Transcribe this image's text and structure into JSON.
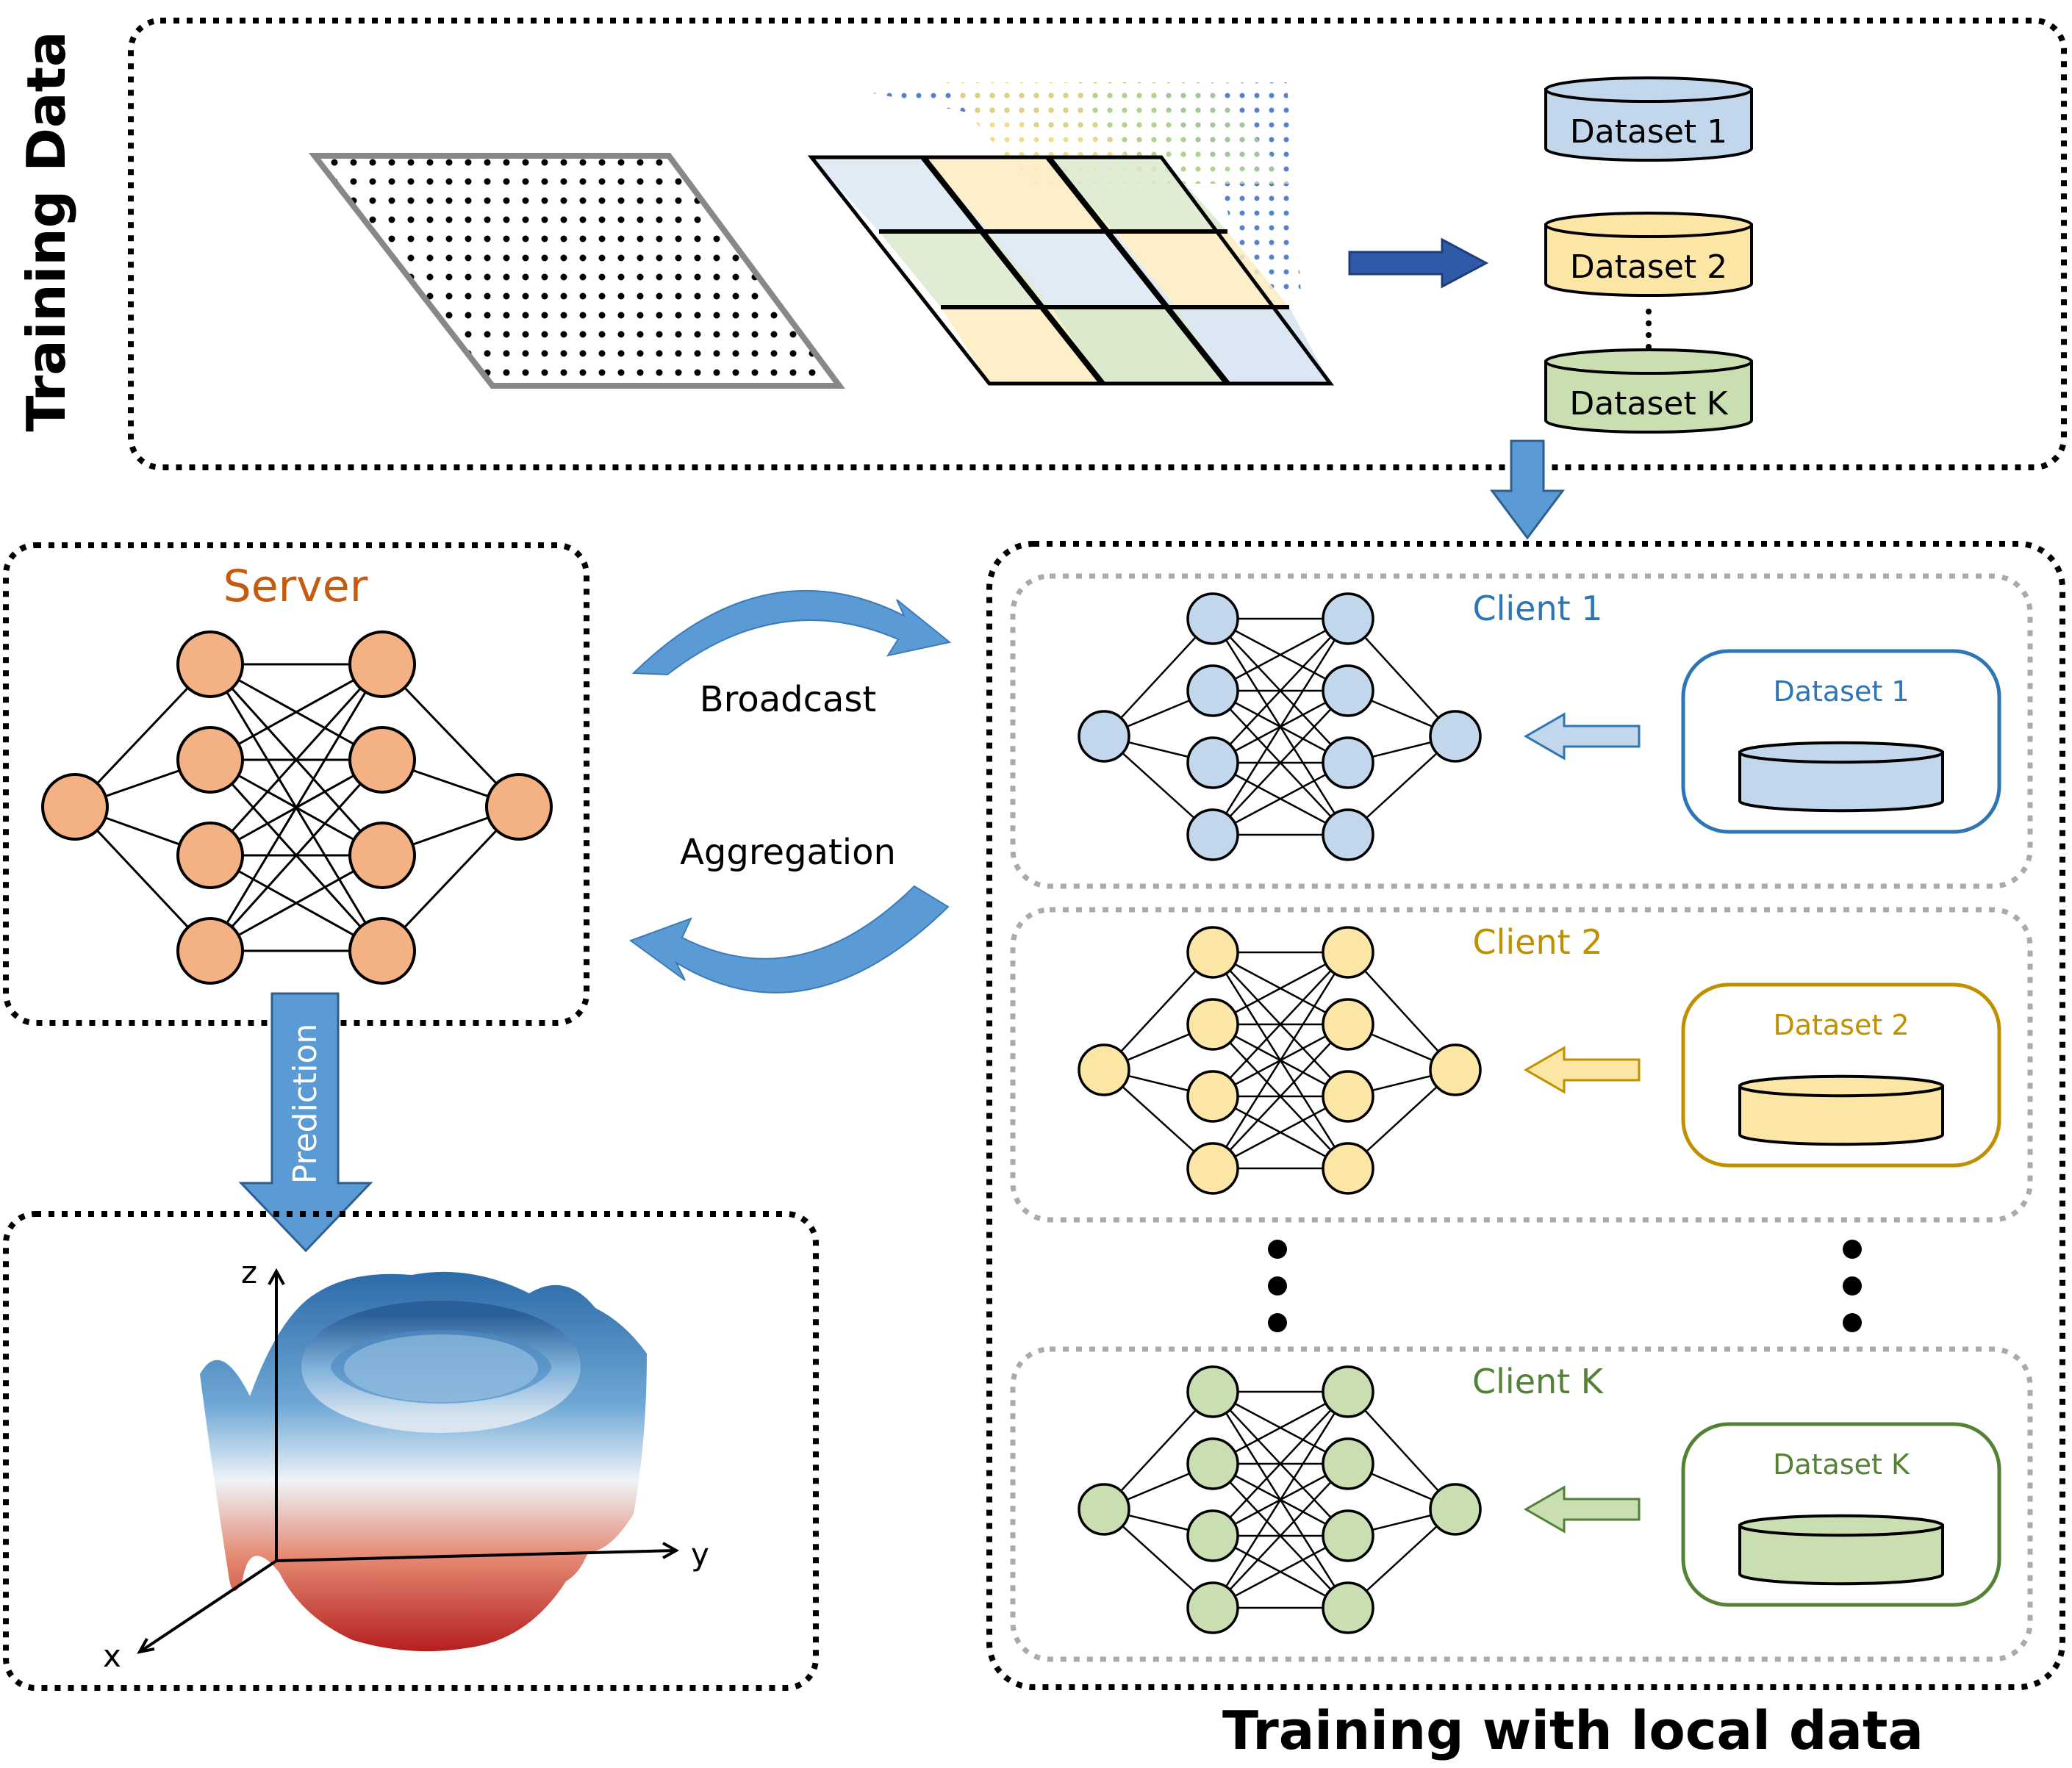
{
  "training_data": {
    "title": "Training Data"
  },
  "datasets_stack": {
    "items": [
      {
        "label": "Dataset 1",
        "fill": "#c2d6ec"
      },
      {
        "label": "Dataset 2",
        "fill": "#fbe6a6"
      },
      {
        "label": "Dataset K",
        "fill": "#c9dfb2"
      }
    ]
  },
  "server": {
    "label": "Server",
    "node_fill": "#f4b183",
    "label_color": "#c55a11"
  },
  "exchange": {
    "broadcast_label": "Broadcast",
    "aggregation_label": "Aggregation",
    "arrow_color": "#5b9bd5"
  },
  "prediction": {
    "label": "Prediction"
  },
  "surface": {
    "axis_x": "x",
    "axis_y": "y",
    "axis_z": "z"
  },
  "local_training": {
    "title": "Training with local data",
    "clients": [
      {
        "label": "Client 1",
        "dataset_label": "Dataset 1",
        "color": "#2e75b6",
        "node_fill": "#c2d6ec"
      },
      {
        "label": "Client 2",
        "dataset_label": "Dataset 2",
        "color": "#bf9000",
        "node_fill": "#fbe6a6"
      },
      {
        "label": "Client K",
        "dataset_label": "Dataset K",
        "color": "#538135",
        "node_fill": "#c9dfb2"
      }
    ]
  }
}
